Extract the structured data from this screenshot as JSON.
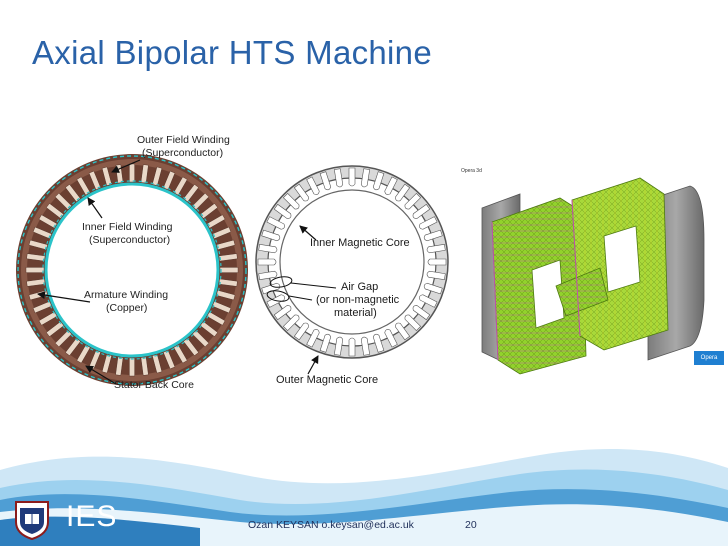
{
  "slide": {
    "title": "Axial Bipolar HTS Machine",
    "footer_author": "Ozan KEYSAN o.keysan@ed.ac.uk",
    "page_number": "20",
    "logo_text": "IES"
  },
  "diagram_left": {
    "labels": {
      "outer_field_1": "Outer Field Winding",
      "outer_field_2": "(Superconductor)",
      "inner_field_1": "Inner Field Winding",
      "inner_field_2": "(Superconductor)",
      "armature_1": "Armature Winding",
      "armature_2": "(Copper)",
      "stator": "Stator Back Core"
    }
  },
  "diagram_middle": {
    "labels": {
      "inner_core": "Inner Magnetic Core",
      "air_gap_1": "Air Gap",
      "air_gap_2": "(or non-magnetic",
      "air_gap_3": "material)",
      "outer_core": "Outer Magnetic Core"
    }
  },
  "diagram_right": {
    "badge": "Opera"
  },
  "colors": {
    "title": "#2a62a8",
    "wave_light": "#cfe7f6",
    "wave_mid": "#7fc1e8",
    "wave_dark": "#2f7fbe",
    "mesh_green": "#8ccf2a",
    "stator_brown": "#7a4a3a",
    "winding_cyan": "#2bc3c9"
  }
}
